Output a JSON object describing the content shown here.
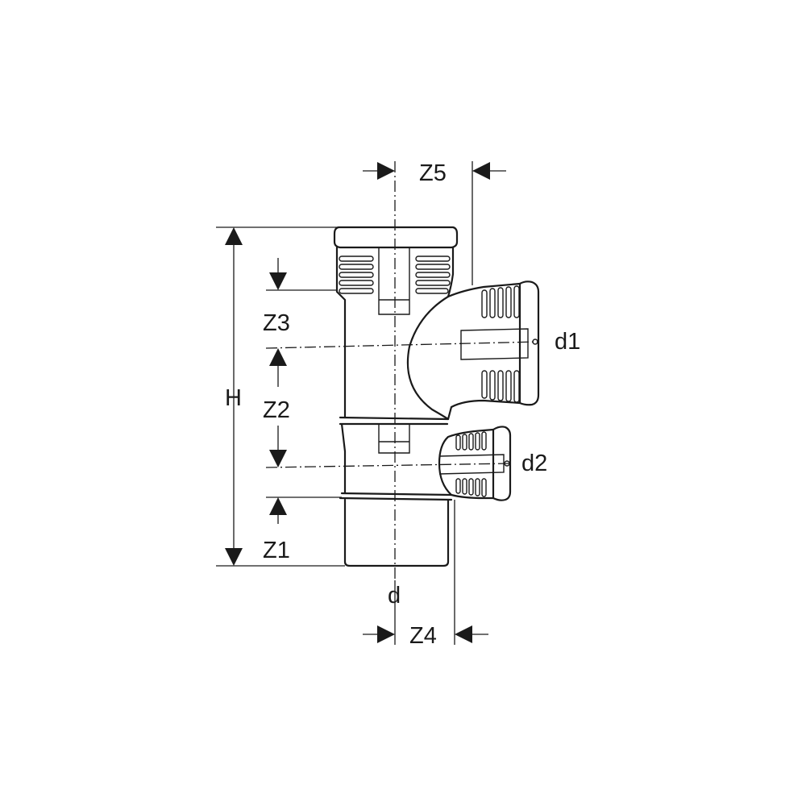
{
  "labels": {
    "z5": "Z5",
    "z4": "Z4",
    "z3": "Z3",
    "z2": "Z2",
    "z1": "Z1",
    "h": "H",
    "d": "d",
    "d1": "d1",
    "d2": "d2"
  },
  "colors": {
    "ink": "#1a1a1a",
    "background": "#ffffff"
  }
}
